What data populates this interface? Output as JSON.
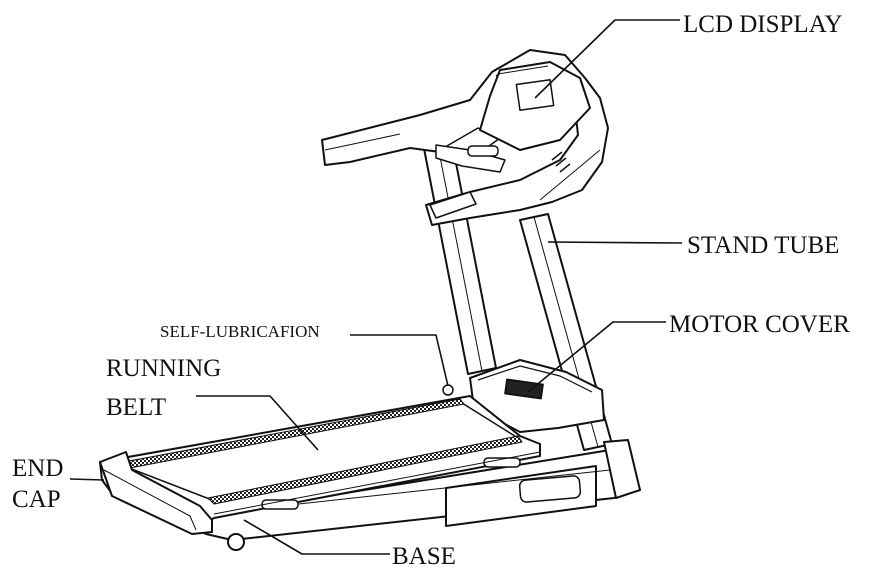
{
  "labels": {
    "lcd_display": "LCD DISPLAY",
    "stand_tube": "STAND TUBE",
    "motor_cover": "MOTOR COVER",
    "self_lubrication": "SELF-LUBRICAFION",
    "running_belt_line1": "RUNNING",
    "running_belt_line2": "BELT",
    "end_cap_line1": "END",
    "end_cap_line2": "CAP",
    "base": "BASE"
  },
  "colors": {
    "background": "#ffffff",
    "ink": "#111111",
    "light_fill": "#ffffff",
    "tread_texture": "#222222"
  }
}
